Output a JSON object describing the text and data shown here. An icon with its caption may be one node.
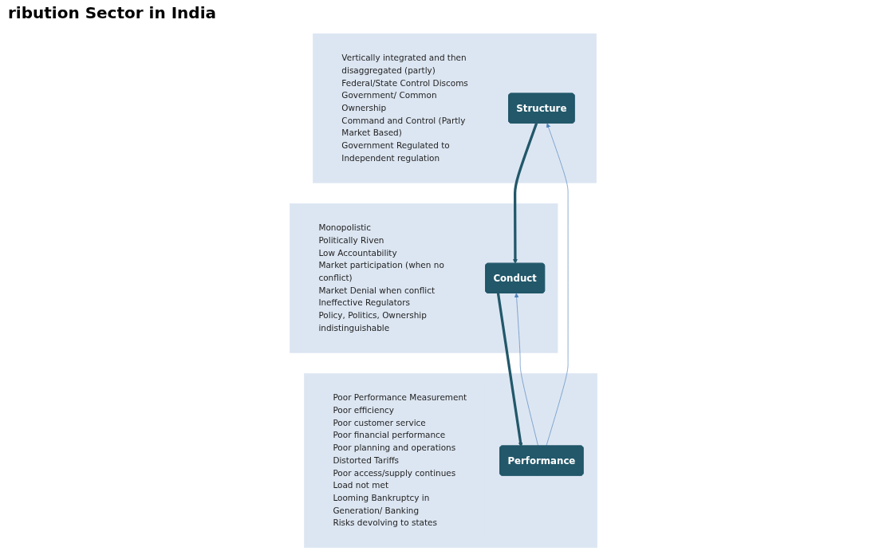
{
  "diagram": {
    "title": "ribution Sector in India",
    "nodes": [
      {
        "text": [],
        "shape": "box"
      },
      {
        "text": [
          "Structure"
        ],
        "in": 0
      },
      {
        "text": [
          "Vertically integrated and then disaggregated (partly)",
          "Federal/State Control Discoms",
          "Government/ Common Ownership",
          "Command and Control (Partly Market Based)",
          "Government Regulated to Independent regulation"
        ],
        "in": 0
      },
      {
        "text": [],
        "shape": "box"
      },
      {
        "text": [
          "Conduct"
        ],
        "in": 3
      },
      {
        "text": [
          "Monopolistic",
          "Politically Riven",
          "Low Accountability",
          "Market participation (when no conflict)",
          "Market Denial when conflict",
          "Ineffective Regulators",
          "Policy, Politics, Ownership indistinguishable"
        ],
        "in": 3
      },
      {
        "text": [],
        "shape": "box"
      },
      {
        "text": [
          "Performance"
        ],
        "in": 6
      },
      {
        "text": [
          "Poor Performance Measurement",
          "Poor efficiency",
          "Poor customer service",
          "Poor financial performance",
          "Poor planning and operations",
          "Distorted Tariffs",
          "Poor access/supply continues",
          "Load not met",
          "Looming Bankruptcy in Generation/ Banking",
          "Risks devolving to states"
        ],
        "in": 6
      }
    ],
    "edges": [
      {
        "from": 1,
        "to": 4,
        "arrow": "to",
        "style": "thick"
      },
      {
        "from": 4,
        "to": 7,
        "arrow": "to",
        "style": "thick"
      },
      {
        "from": 7,
        "to": 1,
        "arrow": "to",
        "color": "#4f81bd"
      },
      {
        "from": 7,
        "to": 4,
        "arrow": "to",
        "color": "#4f81bd"
      }
    ]
  }
}
